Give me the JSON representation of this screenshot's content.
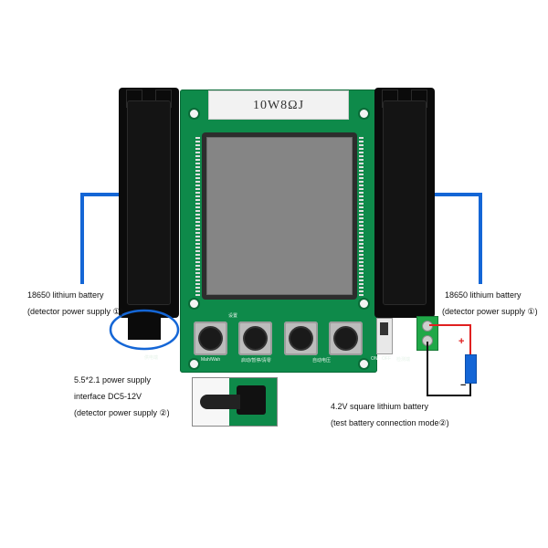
{
  "labels": {
    "left_battery_line1": "18650 lithium battery",
    "left_battery_line2": "(detector power supply ①)",
    "right_battery_line1": "18650 lithium battery",
    "right_battery_line2": "(detector power supply ①)",
    "power_line1": "5.5*2.1 power supply",
    "power_line2": "interface DC5-12V",
    "power_line3": "(detector power supply ②)",
    "test_line1": "4.2V square lithium battery",
    "test_line2": "(test battery connection mode②)"
  },
  "board": {
    "resistor_text": "10W8ΩJ",
    "silk_settings": "设置",
    "silk_btn1": "Mah/Wah",
    "silk_btn2": "启动/暂停/清零",
    "silk_btn3": "自动电压",
    "silk_power": "供电端",
    "silk_detect": "检测端",
    "silk_switch_on": "ON",
    "silk_switch_off": "OFF"
  },
  "polarity": {
    "plus": "+",
    "minus": "−"
  },
  "colors": {
    "pcb": "#0e8a4a",
    "callout_blue": "#1466d6",
    "wire_red": "#e02020",
    "wire_black": "#111111"
  }
}
